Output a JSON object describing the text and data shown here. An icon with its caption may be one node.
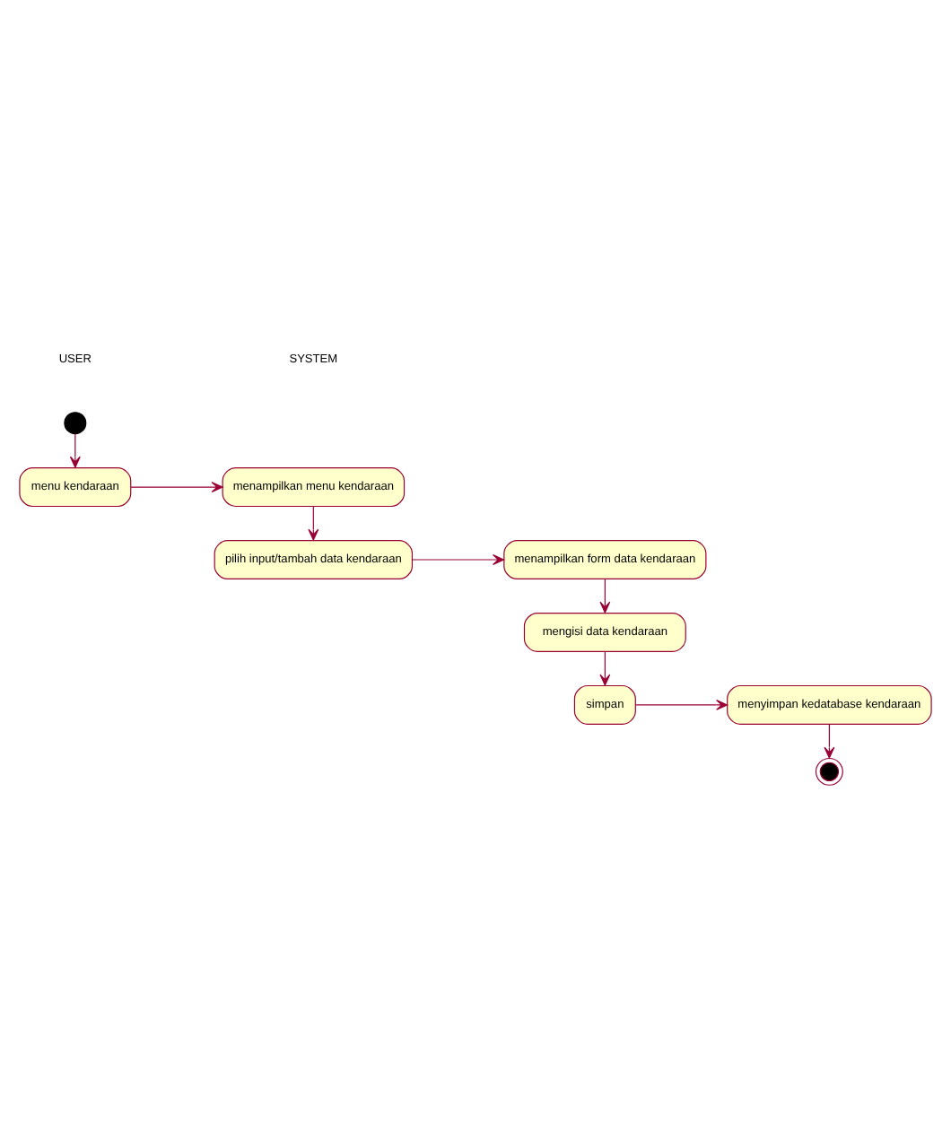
{
  "diagram": {
    "nodes": [
      {
        "text": [],
        "shape": "circle"
      },
      {
        "text": [
          "menu kendaraan"
        ]
      },
      {
        "text": [
          "menampilkan menu kendaraan"
        ]
      },
      {
        "text": [
          "pilih input/tambah data kendaraan"
        ]
      },
      {
        "text": [
          "menampilkan form data kendaraan"
        ]
      },
      {
        "text": [
          "mengisi data kendaraan"
        ]
      },
      {
        "text": [
          "simpan"
        ]
      },
      {
        "text": [
          "menyimpan kedatabase kendaraan"
        ]
      },
      {
        "text": [],
        "shape": "circle"
      }
    ],
    "edges": [
      {
        "from": 0,
        "to": 1,
        "arrow": "to"
      },
      {
        "from": 1,
        "to": 2,
        "arrow": "to"
      },
      {
        "from": 2,
        "to": 3,
        "arrow": "to"
      },
      {
        "from": 3,
        "to": 4,
        "arrow": "to"
      },
      {
        "from": 4,
        "to": 5,
        "arrow": "to"
      },
      {
        "from": 5,
        "to": 6,
        "arrow": "to"
      },
      {
        "from": 6,
        "to": 7,
        "arrow": "to"
      },
      {
        "from": 7,
        "to": 8,
        "arrow": "to"
      }
    ],
    "labels": [
      "USER",
      "SYSTEM"
    ]
  }
}
